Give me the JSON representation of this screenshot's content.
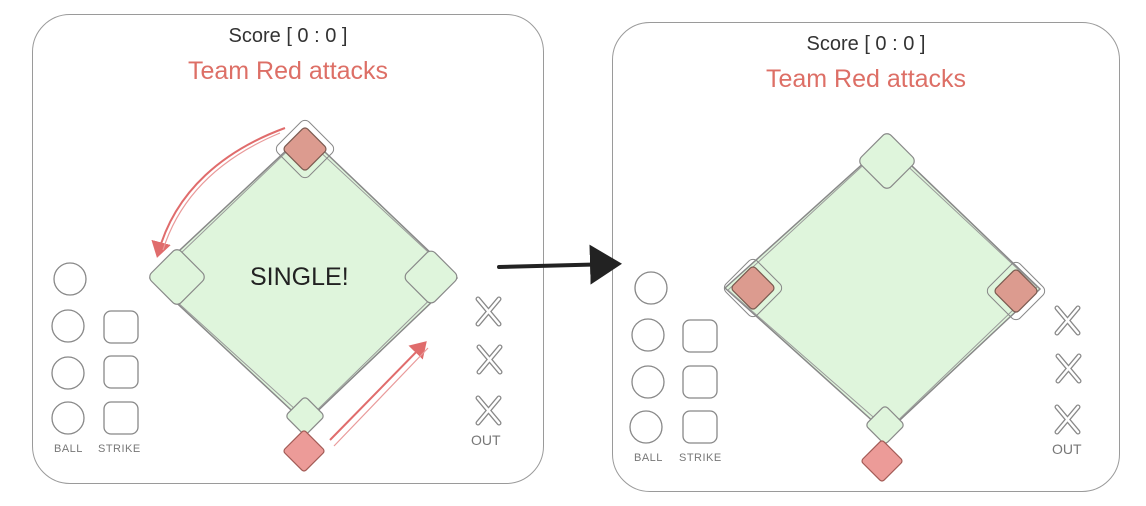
{
  "left": {
    "score": "Score [ 0 : 0 ]",
    "attack_text": "Team Red attacks",
    "play_text": "SINGLE!",
    "ball_label": "BALL",
    "strike_label": "STRIKE",
    "out_label": "OUT"
  },
  "right": {
    "score": "Score [ 0 : 0 ]",
    "attack_text": "Team Red attacks",
    "ball_label": "BALL",
    "strike_label": "STRIKE",
    "out_label": "OUT"
  },
  "colors": {
    "field": "#dff5dc",
    "runner": "#dc9b8f",
    "batter": "#ec9b98",
    "arrow": "#e06c6c",
    "transition_arrow": "#222222"
  }
}
